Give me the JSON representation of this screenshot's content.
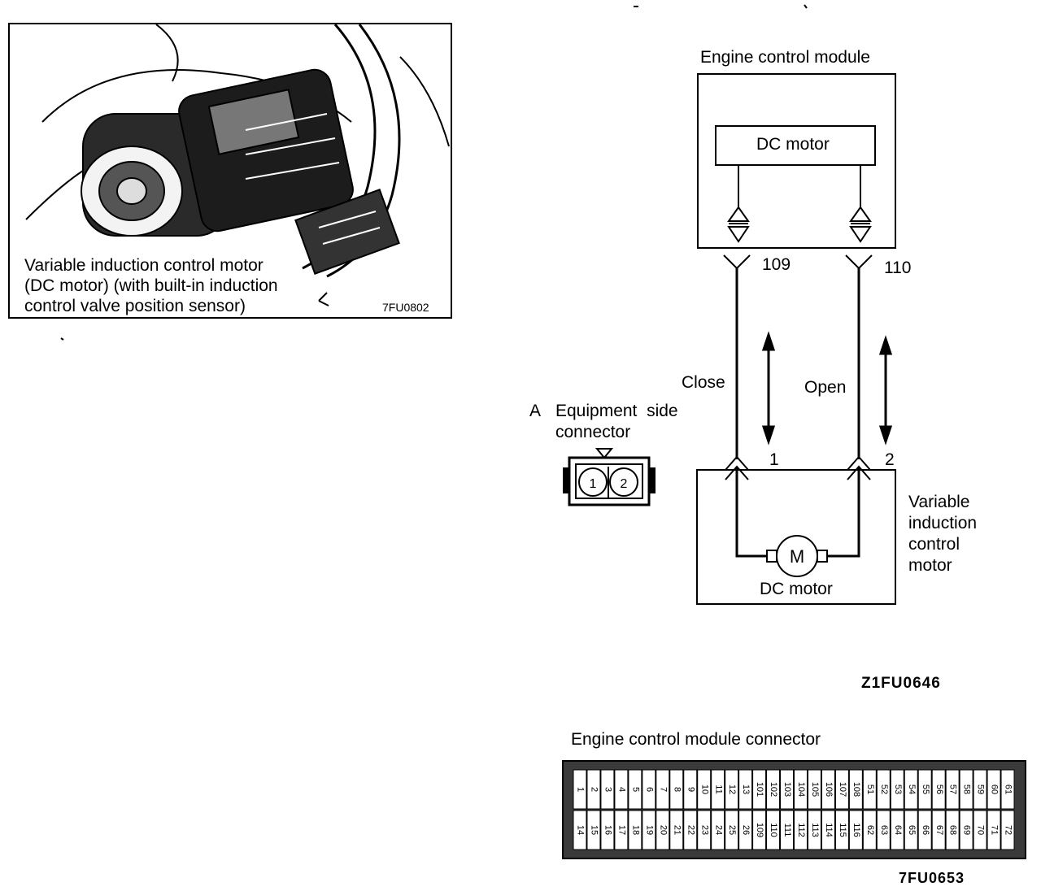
{
  "photo": {
    "caption": "Variable induction control motor\n(DC motor) (with built-in induction\ncontrol valve position sensor)",
    "code": "7FU0802"
  },
  "schematic": {
    "ecm_title": "Engine control module",
    "dc_motor_inner": "DC motor",
    "pin_left": "109",
    "pin_right": "110",
    "close_label": "Close",
    "open_label": "Open",
    "motor_pin1": "1",
    "motor_pin2": "2",
    "motor_symbol": "M",
    "motor_caption": "DC motor",
    "vic_label": "Variable\ninduction\ncontrol\nmotor",
    "code": "Z1FU0646"
  },
  "equipment_connector": {
    "letter": "A",
    "title_line1": "Equipment  side",
    "title_line2": "connector",
    "pin1": "1",
    "pin2": "2"
  },
  "ecm_connector": {
    "title": "Engine control module connector",
    "code": "7FU0653",
    "top_row": [
      "1",
      "2",
      "3",
      "4",
      "5",
      "6",
      "7",
      "8",
      "9",
      "10",
      "11",
      "12",
      "13",
      "101",
      "102",
      "103",
      "104",
      "105",
      "106",
      "107",
      "108",
      "51",
      "52",
      "53",
      "54",
      "55",
      "56",
      "57",
      "58",
      "59",
      "60",
      "61"
    ],
    "bottom_row": [
      "14",
      "15",
      "16",
      "17",
      "18",
      "19",
      "20",
      "21",
      "22",
      "23",
      "24",
      "25",
      "26",
      "109",
      "110",
      "111",
      "112",
      "113",
      "114",
      "115",
      "116",
      "62",
      "63",
      "64",
      "65",
      "66",
      "67",
      "68",
      "69",
      "70",
      "71",
      "72"
    ]
  }
}
